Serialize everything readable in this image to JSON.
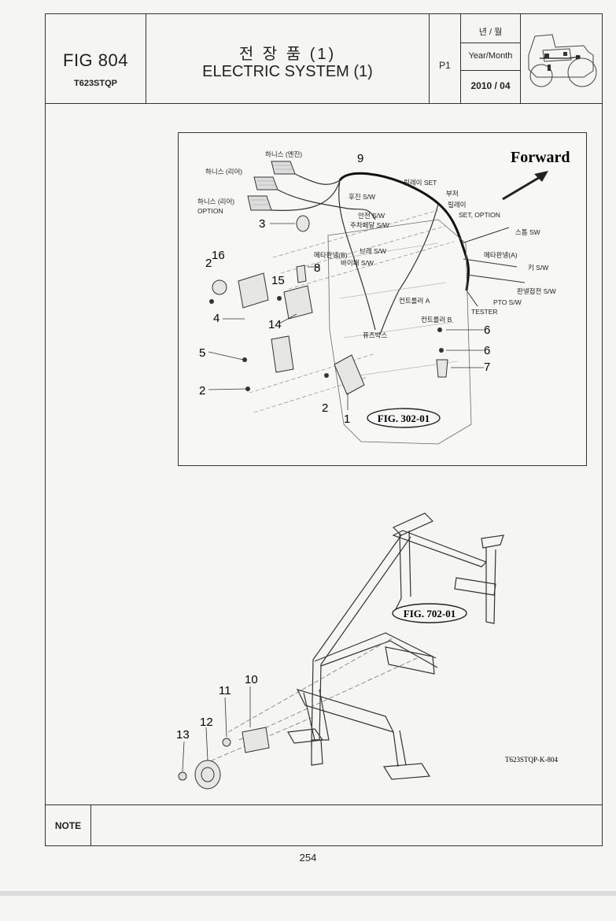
{
  "header": {
    "fig_no": "FIG 804",
    "model": "T623STQP",
    "title_ko": "전 장 품 (1)",
    "title_en": "ELECTRIC SYSTEM (1)",
    "page": "P1",
    "ym_ko": "년 / 월",
    "ym_en": "Year/Month",
    "ym_value": "2010 / 04"
  },
  "figure1": {
    "forward": "Forward",
    "ref": "FIG. 302-01",
    "labels": {
      "harness_engine": "하니스 (엔진)",
      "harness_rear": "하니스 (리어)",
      "harness_rear_option": "하니스 (리어)",
      "option": "OPTION",
      "relay_set": "릴레이 SET",
      "buzzer": "부저",
      "relay": "릴레이",
      "set_option": "SET, OPTION",
      "fwd_rev_sw": "후진 S/W",
      "safety_sw": "안전 S/W",
      "brake_pedal_sw": "주차페달 S/W",
      "start_sw": "스톱 SW",
      "meter_panel_b": "메타판넬(B)",
      "brake_sw": "브레 S/W",
      "bypass_sw": "바이패 S/W",
      "meter_panel_a": "메타판넬(A)",
      "key_sw": "키 S/W",
      "panel_sw": "판넬접전 S/W",
      "pto_sw": "PTO S/W",
      "controller_a": "컨트롤러 A",
      "tester": "TESTER",
      "controller_b": "컨트롤러 B",
      "fuse_box": "퓨즈박스"
    },
    "callouts": [
      "9",
      "3",
      "2",
      "16",
      "8",
      "15",
      "4",
      "14",
      "5",
      "2",
      "2",
      "1",
      "6",
      "6",
      "7"
    ]
  },
  "figure2": {
    "ref": "FIG. 702-01",
    "code": "T623STQP-K-804",
    "callouts": [
      "10",
      "11",
      "12",
      "13"
    ]
  },
  "note_label": "NOTE",
  "page_number": "254"
}
